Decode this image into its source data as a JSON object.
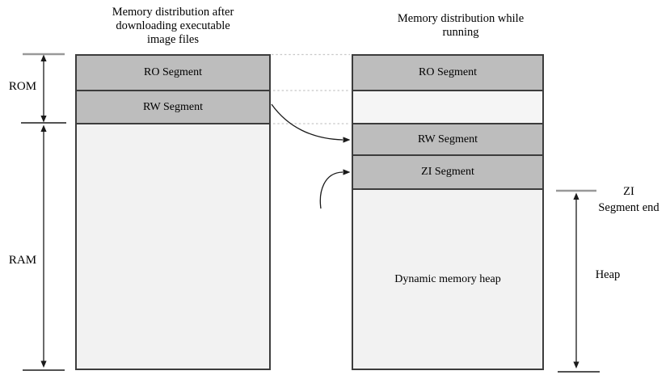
{
  "titles": {
    "left": "Memory distribution after\ndownloading executable\nimage files",
    "right": "Memory distribution while\nrunning"
  },
  "left_box": {
    "segments": [
      "RO Segment",
      "RW Segment",
      ""
    ]
  },
  "right_box": {
    "segments": [
      "RO Segment",
      "",
      "RW Segment",
      "ZI Segment",
      "Dynamic memory heap"
    ]
  },
  "labels": {
    "rom": "ROM",
    "ram": "RAM",
    "zi_end": "ZI\nSegment end",
    "heap": "Heap"
  },
  "colors": {
    "segment_dark": "#bdbdbd",
    "segment_light": "#f2f2f2",
    "segment_pale": "#f5f5f5",
    "border": "#3c3c3c",
    "tick_gray": "#999999",
    "line_black": "#1a1a1a",
    "dotted_line": "#c8c8c8"
  }
}
